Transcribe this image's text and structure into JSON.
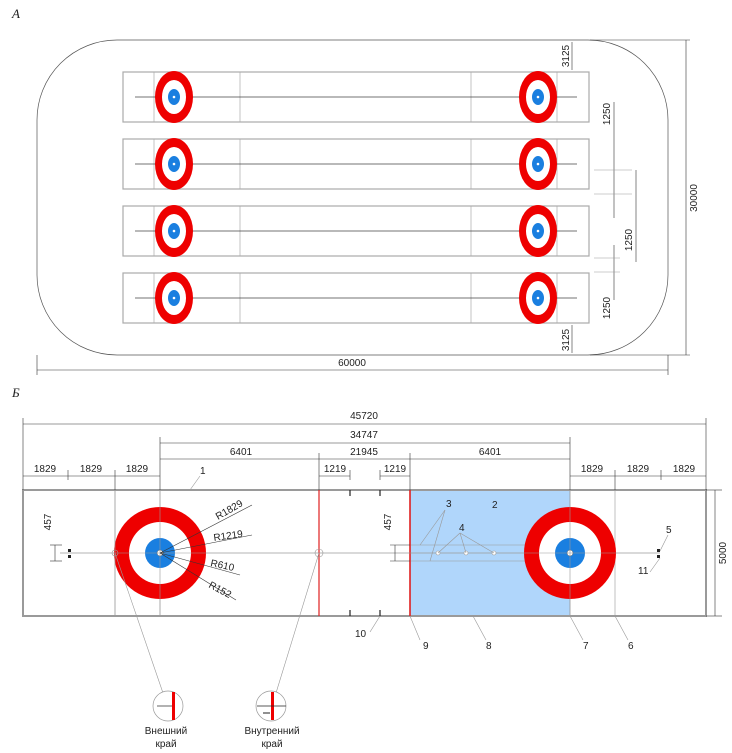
{
  "view_a": {
    "title": "А",
    "overall_length": "60000",
    "overall_width": "30000",
    "margin_top": "3125",
    "margin_bottom": "3125",
    "gap_labels": [
      "1250",
      "1250",
      "1250"
    ]
  },
  "view_b": {
    "title": "Б",
    "total_length": "45720",
    "tee_to_tee": "34747",
    "house_to_hog_left": "6401",
    "hog_to_hog": "21945",
    "house_to_hog_right": "6401",
    "hog_offset_left": "1219",
    "hog_offset_right": "1219",
    "left_segments": [
      "1829",
      "1829",
      "1829"
    ],
    "right_segments": [
      "1829",
      "1829",
      "1829"
    ],
    "sheet_width": "5000",
    "hack_offset_left": "457",
    "centerline_offset": "457",
    "radii": [
      "R1829",
      "R1219",
      "R610",
      "R152"
    ],
    "callouts": [
      "1",
      "2",
      "3",
      "4",
      "5",
      "6",
      "7",
      "8",
      "9",
      "10",
      "11"
    ],
    "inset_outer": {
      "line1": "Внешний",
      "line2": "край"
    },
    "inset_inner": {
      "line1": "Внутренний",
      "line2": "край"
    }
  },
  "colors": {
    "ring_outer": "#ee0000",
    "ring_inner": "#1a7fe0",
    "zone": "#b0d6fb",
    "line_red": "#e02020"
  }
}
